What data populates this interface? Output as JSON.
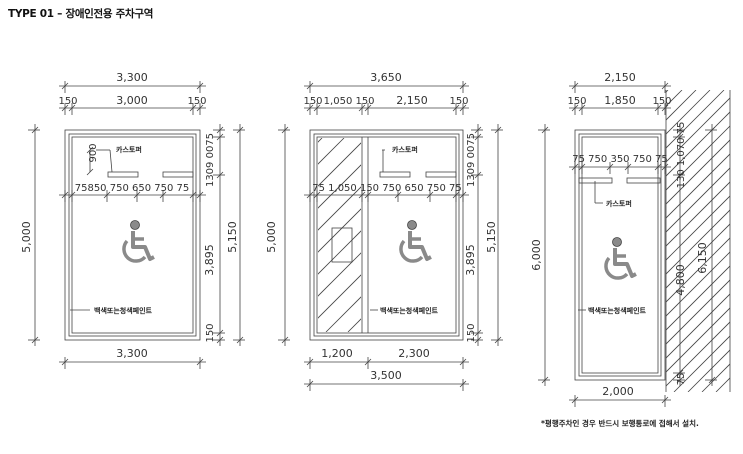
{
  "title": "TYPE 01 – 장애인전용 주차구역",
  "footnote": "*평행주차인 경우 반드시 보행통로에 접해서 설치.",
  "labels": {
    "stopper": "카스토퍼",
    "paint": "백색또는청색페인트"
  },
  "type_a": {
    "top_total": "3,300",
    "top_left": "150",
    "top_mid": "3,000",
    "top_right": "150",
    "row": "75850 750 650 750 75",
    "stopper_gap": "900",
    "left_total": "5,000",
    "right_top": "1309 0075",
    "right_mid": "3,895",
    "right_bottom": "150",
    "right_total": "5,150",
    "bottom_total": "3,300"
  },
  "type_b": {
    "top_total": "3,650",
    "top_parts": [
      "150",
      "1,050",
      "150",
      "2,150",
      "150"
    ],
    "row": "75 1,050 150 750 650 750 75",
    "left_total": "5,000",
    "right_top": "1309 0075",
    "right_mid": "3,895",
    "right_bottom": "150",
    "right_total": "5,150",
    "bottom_left": "1,200",
    "bottom_right": "2,300",
    "bottom_total": "3,500"
  },
  "type_c": {
    "top_total": "2,150",
    "top_left": "150",
    "top_mid": "1,850",
    "top_right": "150",
    "row": "75 750 350 750 75",
    "left_total": "6,000",
    "right_top": "130 1,070 75",
    "right_mid": "4,800",
    "right_bottom": "75",
    "right_total": "6,150",
    "bottom_total": "2,000"
  },
  "colors": {
    "line": "#444444",
    "symbol": "#8a8a8a"
  }
}
